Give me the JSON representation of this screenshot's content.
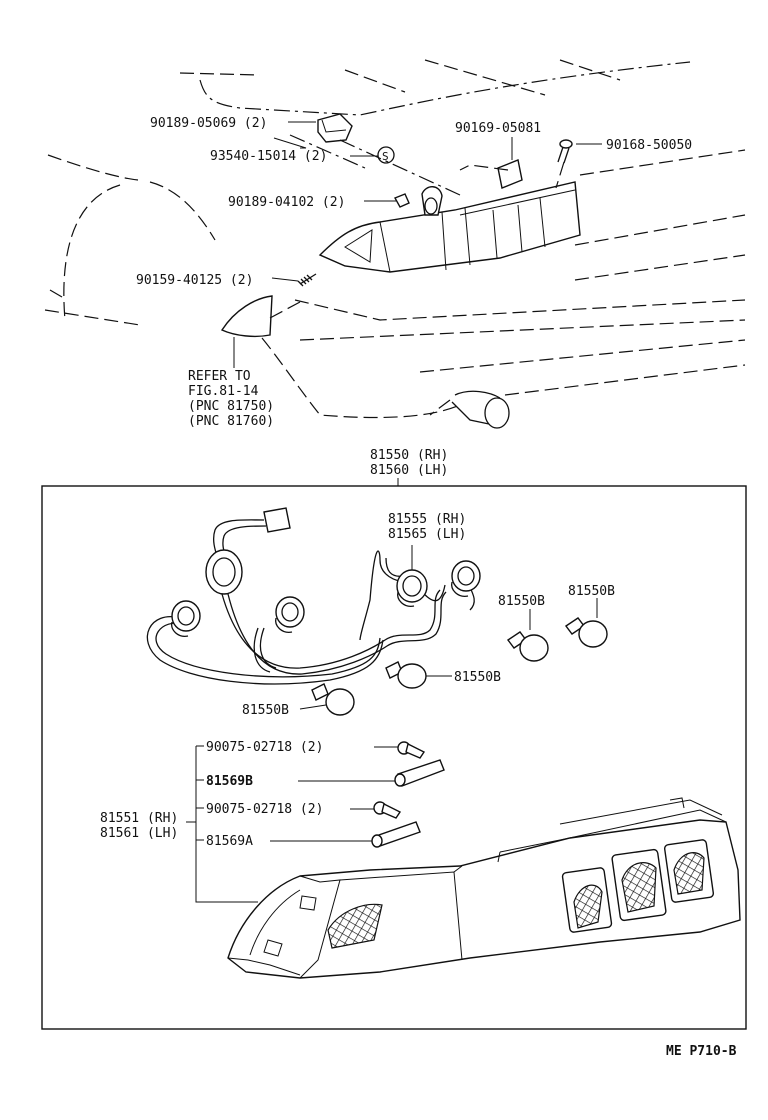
{
  "labels": {
    "p90189_05069": "90189-05069 (2)",
    "p93540_15014": "93540-15014 (2)",
    "p90189_04102": "90189-04102 (2)",
    "p90159_40125": "90159-40125 (2)",
    "p90169_05081": "90169-05081",
    "p90168_50050": "90168-50050",
    "refer_line1": "REFER TO",
    "refer_line2": "FIG.81-14",
    "refer_line3": "(PNC 81750)",
    "refer_line4": "(PNC 81760)",
    "p81550_rh": "81550 (RH)",
    "p81560_lh": "81560 (LH)",
    "p81555_rh": "81555 (RH)",
    "p81565_lh": "81565 (LH)",
    "bulb_a": "81550B",
    "bulb_b": "81550B",
    "bulb_c": "81550B",
    "bulb_d": "81550B",
    "screw_1": "90075-02718 (2)",
    "socket_b": "81569B",
    "screw_2": "90075-02718 (2)",
    "socket_a": "81569A",
    "p81551_rh": "81551 (RH)",
    "p81561_lh": "81561 (LH)",
    "s_mark": "S",
    "footer_code": "ME  P710-B"
  }
}
